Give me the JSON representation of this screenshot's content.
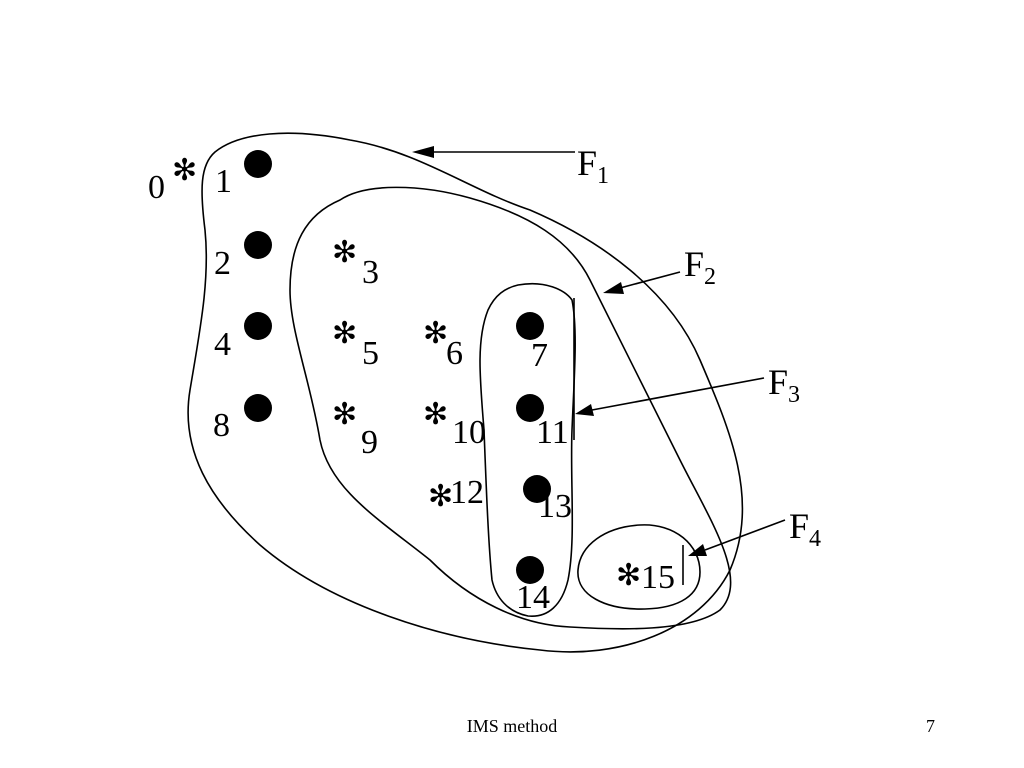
{
  "diagram": {
    "nodes": [
      {
        "id": "0",
        "marker": "star",
        "label": "0"
      },
      {
        "id": "1",
        "marker": "dot",
        "label": "1"
      },
      {
        "id": "2",
        "marker": "dot",
        "label": "2"
      },
      {
        "id": "3",
        "marker": "star",
        "label": "3"
      },
      {
        "id": "4",
        "marker": "dot",
        "label": "4"
      },
      {
        "id": "5",
        "marker": "star",
        "label": "5"
      },
      {
        "id": "6",
        "marker": "star",
        "label": "6"
      },
      {
        "id": "7",
        "marker": "dot",
        "label": "7"
      },
      {
        "id": "8",
        "marker": "dot",
        "label": "8"
      },
      {
        "id": "9",
        "marker": "star",
        "label": "9"
      },
      {
        "id": "10",
        "marker": "star",
        "label": "10"
      },
      {
        "id": "11",
        "marker": "dot",
        "label": "11"
      },
      {
        "id": "12",
        "marker": "star",
        "label": "12"
      },
      {
        "id": "13",
        "marker": "dot",
        "label": "13"
      },
      {
        "id": "14",
        "marker": "dot",
        "label": "14"
      },
      {
        "id": "15",
        "marker": "star",
        "label": "15"
      }
    ],
    "regions": [
      {
        "id": "F1",
        "letter": "F",
        "subscript": "1"
      },
      {
        "id": "F2",
        "letter": "F",
        "subscript": "2"
      },
      {
        "id": "F3",
        "letter": "F",
        "subscript": "3"
      },
      {
        "id": "F4",
        "letter": "F",
        "subscript": "4"
      }
    ]
  },
  "footer": {
    "title": "IMS method",
    "page_number": "7"
  }
}
